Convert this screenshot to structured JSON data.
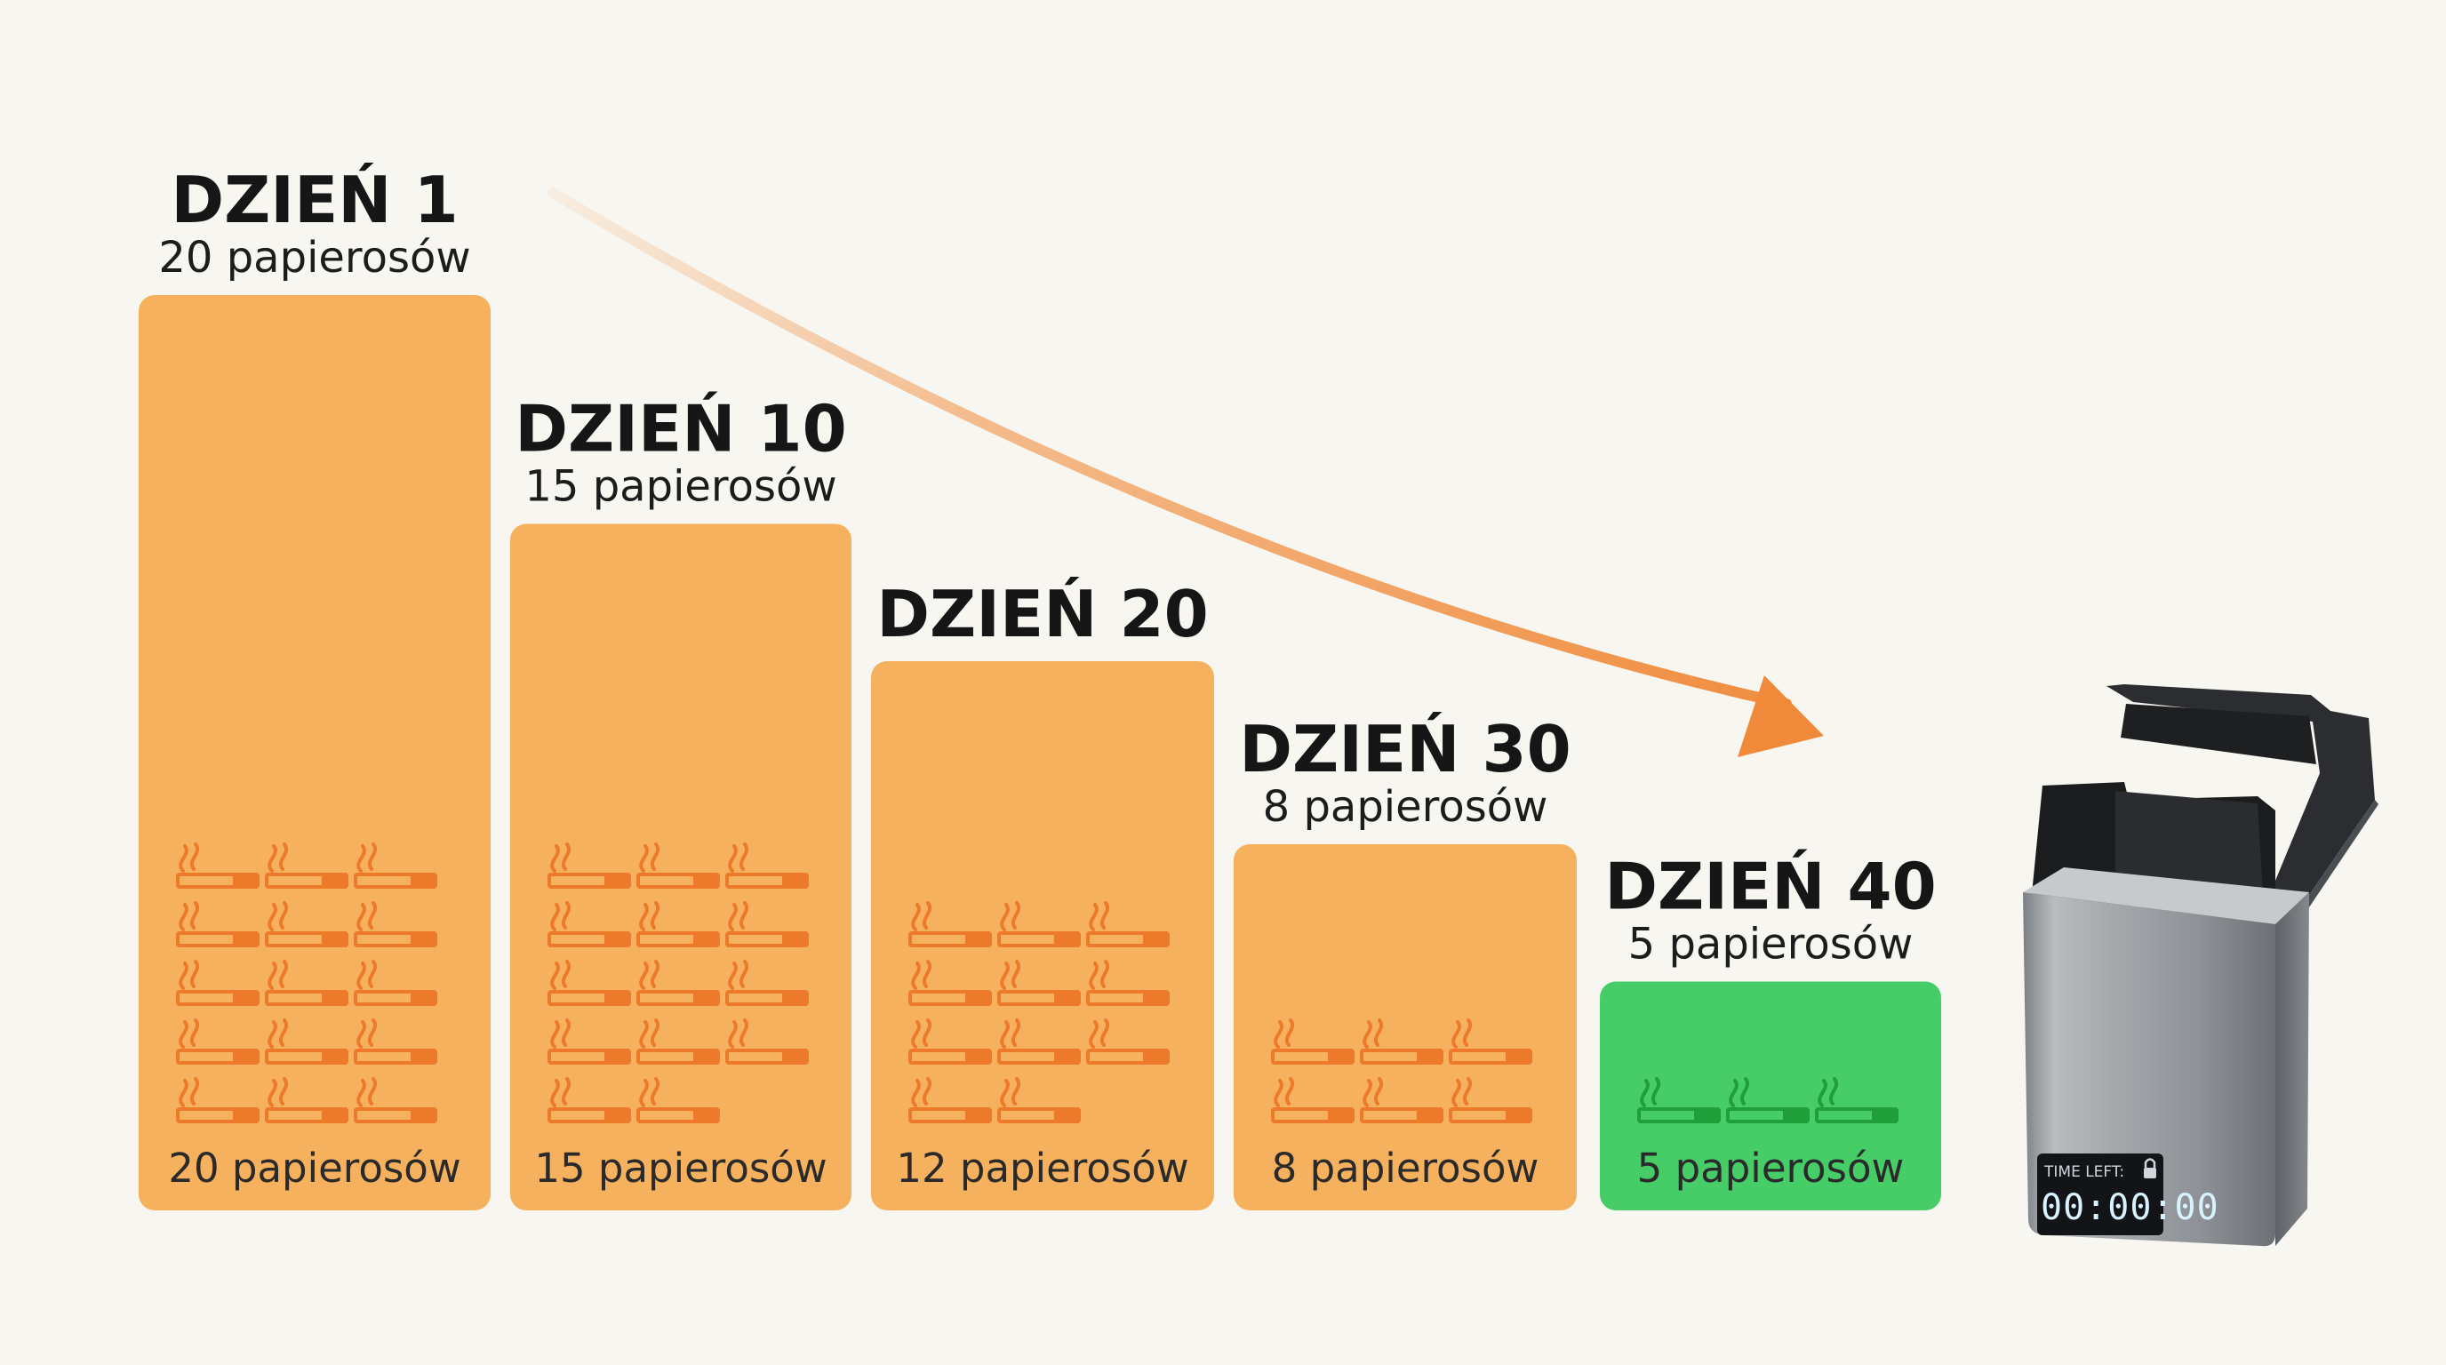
{
  "chart_data": {
    "type": "bar",
    "categories": [
      "DZIEŃ 1",
      "DZIEŃ 10",
      "DZIEŃ 20",
      "DZIEŃ 30",
      "DZIEŃ 40"
    ],
    "values": [
      20,
      15,
      12,
      8,
      5
    ],
    "subtitles": [
      "20 papierosów",
      "15 papierosów",
      "",
      "8 papierosów",
      "5 papierosów"
    ],
    "bar_labels": [
      "20 papierosów",
      "15 papierosów",
      "12 papierosów",
      "8 papierosów",
      "5 papierosów"
    ],
    "icons_per_bar": [
      15,
      14,
      11,
      6,
      3
    ],
    "icon_name": "cigarette-icon",
    "trend": "decreasing",
    "colors": {
      "bar": "#f6b15e",
      "bar_highlight": "#47cd68",
      "icon": "#ec7a2a",
      "icon_highlight": "#1f9e39",
      "arrow": "#f08a3a",
      "background": "#f8f6f0"
    }
  },
  "device": {
    "name": "timer-box",
    "timer_caption": "TIME LEFT:",
    "timer_value": "00:00:00",
    "lock_icon": "lock-icon"
  }
}
